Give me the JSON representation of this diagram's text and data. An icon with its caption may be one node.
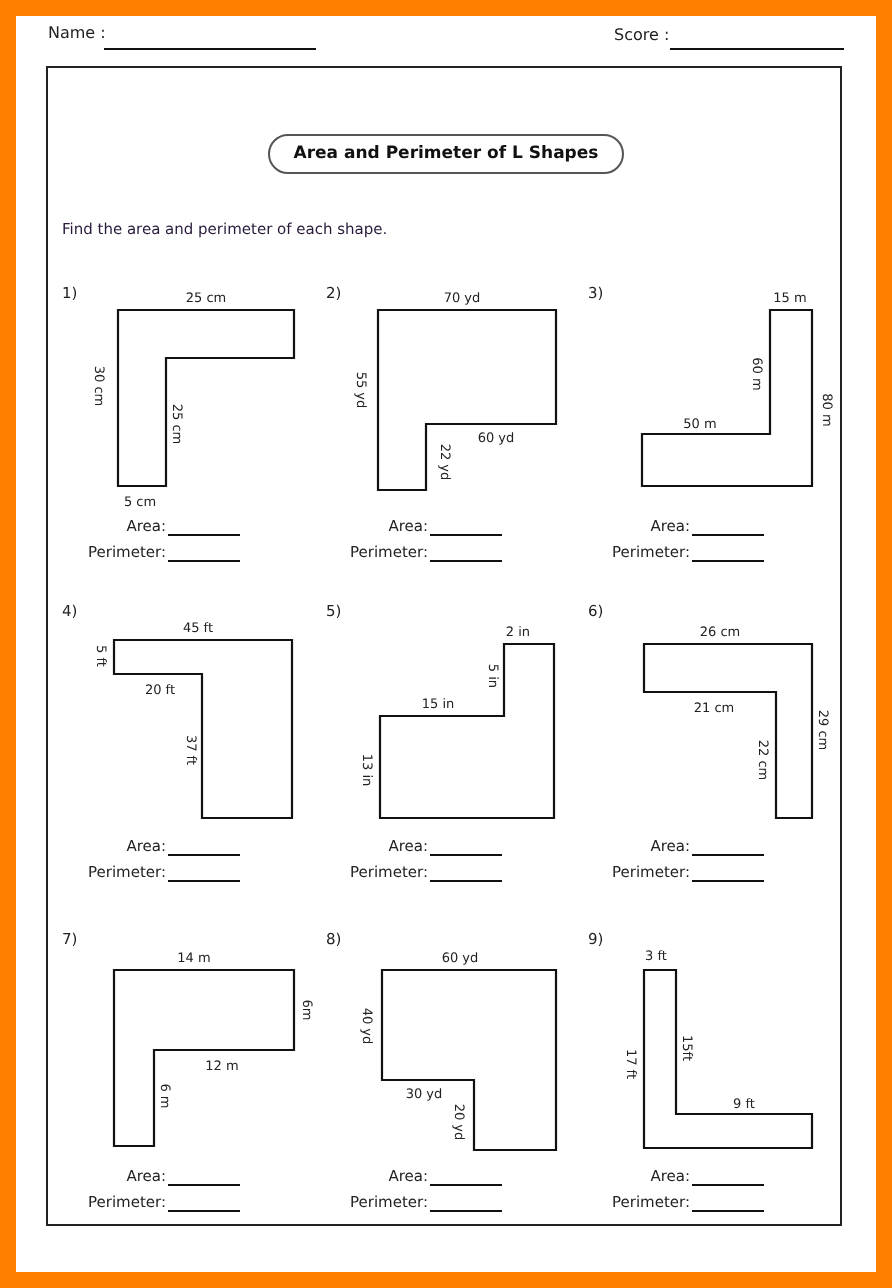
{
  "diagram": {
    "title": "Area and Perimeter of L Shapes",
    "labels": [
      "Name :",
      "Score :",
      "Find the area and perimeter of each shape.",
      "1)",
      "25 cm",
      "30 cm",
      "25 cm",
      "5 cm",
      "Area:",
      "Perimeter:",
      "2)",
      "70 yd",
      "55 yd",
      "22 yd",
      "60 yd",
      "Area:",
      "Perimeter:",
      "3)",
      "15 m",
      "60 m",
      "50 m",
      "80 m",
      "Area:",
      "Perimeter:",
      "4)",
      "45 ft",
      "5 ft",
      "20 ft",
      "37 ft",
      "Area:",
      "Perimeter:",
      "5)",
      "2 in",
      "5 in",
      "15 in",
      "13 in",
      "Area:",
      "Perimeter:",
      "6)",
      "26 cm",
      "21 cm",
      "22 cm",
      "29 cm",
      "Area:",
      "Perimeter:",
      "7)",
      "14 m",
      "6m",
      "12 m",
      "6 m",
      "Area:",
      "Perimeter:",
      "8)",
      "60 yd",
      "40 yd",
      "30 yd",
      "20 yd",
      "Area:",
      "Perimeter:",
      "9)",
      "3 ft",
      "15ft",
      "17 ft",
      "9 ft",
      "Area:",
      "Perimeter:"
    ]
  }
}
